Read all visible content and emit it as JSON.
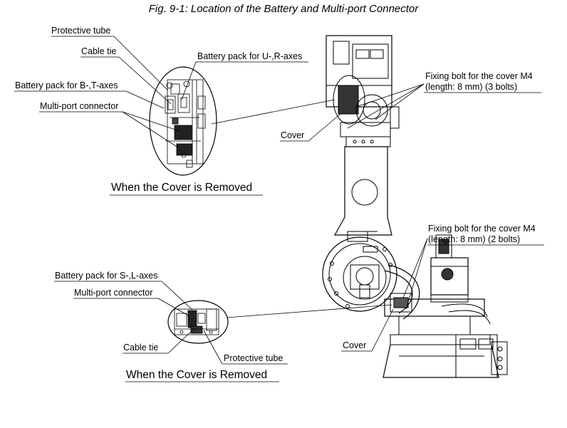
{
  "figure": {
    "caption": "Fig. 9-1: Location of the Battery and Multi-port Connector"
  },
  "top_detail": {
    "labels": {
      "protective_tube": "Protective tube",
      "cable_tie": "Cable tie",
      "battery_ur": "Battery pack for U-,R-axes",
      "battery_bt": "Battery pack for B-,T-axes",
      "multiport": "Multi-port connector"
    },
    "subtitle": "When the Cover is Removed"
  },
  "bottom_detail": {
    "labels": {
      "battery_sl": "Battery pack for S-,L-axes",
      "multiport": "Multi-port connector",
      "cable_tie": "Cable tie",
      "protective_tube": "Protective tube"
    },
    "subtitle": "When the Cover is Removed"
  },
  "robot": {
    "labels": {
      "cover_upper": "Cover",
      "fixing_bolt_upper_1": "Fixing bolt for the cover M4",
      "fixing_bolt_upper_2": "(length: 8 mm) (3 bolts)",
      "fixing_bolt_lower_1": "Fixing bolt for the cover M4",
      "fixing_bolt_lower_2": "(length: 8 mm) (2 bolts)",
      "cover_lower": "Cover"
    }
  }
}
